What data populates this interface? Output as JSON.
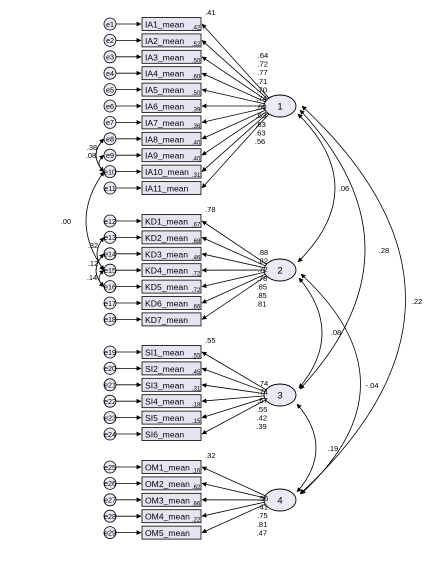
{
  "colors": {
    "node_fill": "#e7e4f2",
    "stroke": "#000000"
  },
  "latents": [
    {
      "label": "1",
      "indicators": [
        {
          "error": "e1",
          "label": "IA1_mean",
          "r2": ".42",
          "loading": ".64"
        },
        {
          "error": "e2",
          "label": "IA2_mean",
          "r2": ".52",
          "loading": ".72"
        },
        {
          "error": "e3",
          "label": "IA3_mean",
          "r2": ".50",
          "loading": ".77"
        },
        {
          "error": "e4",
          "label": "IA4_mean",
          "r2": ".60",
          "loading": ".71"
        },
        {
          "error": "e5",
          "label": "IA5_mean",
          "r2": ".50",
          "loading": ".70"
        },
        {
          "error": "e6",
          "label": "IA6_mean",
          "r2": ".39",
          "loading": ".74"
        },
        {
          "error": "e7",
          "label": "IA7_mean",
          "r2": ".36",
          "loading": ".60"
        },
        {
          "error": "e8",
          "label": "IA8_mean",
          "r2": ".40",
          "loading": ".63"
        },
        {
          "error": "e9",
          "label": "IA9_mean",
          "r2": ".40",
          "loading": ".63"
        },
        {
          "error": "e10",
          "label": "IA10_mean",
          "r2": ".31",
          "loading": ".63"
        },
        {
          "error": "e11",
          "label": "IA11_mean",
          "r2": "",
          "loading": ".56"
        }
      ]
    },
    {
      "label": "2",
      "indicators": [
        {
          "error": "e12",
          "label": "KD1_mean",
          "r2": ".67",
          "loading": ".88"
        },
        {
          "error": "e13",
          "label": "KD2_mean",
          "r2": ".68",
          "loading": ".82"
        },
        {
          "error": "e14",
          "label": "KD3_mean",
          "r2": ".46",
          "loading": ".72"
        },
        {
          "error": "e15",
          "label": "KD4_mean",
          "r2": ".72",
          "loading": ".78"
        },
        {
          "error": "e16",
          "label": "KD5_mean",
          "r2": ".72",
          "loading": ".85"
        },
        {
          "error": "e17",
          "label": "KD6_mean",
          "r2": ".66",
          "loading": ".85"
        },
        {
          "error": "e18",
          "label": "KD7_mean",
          "r2": "",
          "loading": ".81"
        }
      ]
    },
    {
      "label": "3",
      "indicators": [
        {
          "error": "e19",
          "label": "SI1_mean",
          "r2": ".55",
          "loading": ".74"
        },
        {
          "error": "e20",
          "label": "SI2_mean",
          "r2": ".45",
          "loading": ".74"
        },
        {
          "error": "e21",
          "label": "SI3_mean",
          "r2": ".31",
          "loading": ".67"
        },
        {
          "error": "e22",
          "label": "SI4_mean",
          "r2": ".18",
          "loading": ".55"
        },
        {
          "error": "e23",
          "label": "SI5_mean",
          "r2": ".15",
          "loading": ".42"
        },
        {
          "error": "e24",
          "label": "SI6_mean",
          "r2": "",
          "loading": ".39"
        }
      ]
    },
    {
      "label": "4",
      "indicators": [
        {
          "error": "e25",
          "label": "OM1_mean",
          "r2": ".16",
          "loading": ".56"
        },
        {
          "error": "e26",
          "label": "OM2_mean",
          "r2": ".62",
          "loading": ".41"
        },
        {
          "error": "e27",
          "label": "OM3_mean",
          "r2": ".66",
          "loading": ".75"
        },
        {
          "error": "e28",
          "label": "OM4_mean",
          "r2": ".22",
          "loading": ".81"
        },
        {
          "error": "e29",
          "label": "OM5_mean",
          "r2": "",
          "loading": ".47"
        }
      ]
    }
  ],
  "top_values": [
    ".41",
    ".78",
    ".55",
    ".32"
  ],
  "latent_correlations": [
    {
      "from": 0,
      "to": 1,
      "value": ".06"
    },
    {
      "from": 0,
      "to": 2,
      "value": ".28"
    },
    {
      "from": 0,
      "to": 3,
      "value": ".22"
    },
    {
      "from": 1,
      "to": 2,
      "value": ".08"
    },
    {
      "from": 1,
      "to": 3,
      "value": "-.04"
    },
    {
      "from": 2,
      "to": 3,
      "value": ".19"
    }
  ],
  "error_covariances": [
    {
      "label": ".38"
    },
    {
      "label": ".08"
    },
    {
      "label": ".00"
    },
    {
      "label": ".32"
    },
    {
      "label": ".12"
    },
    {
      "label": ".14"
    }
  ]
}
